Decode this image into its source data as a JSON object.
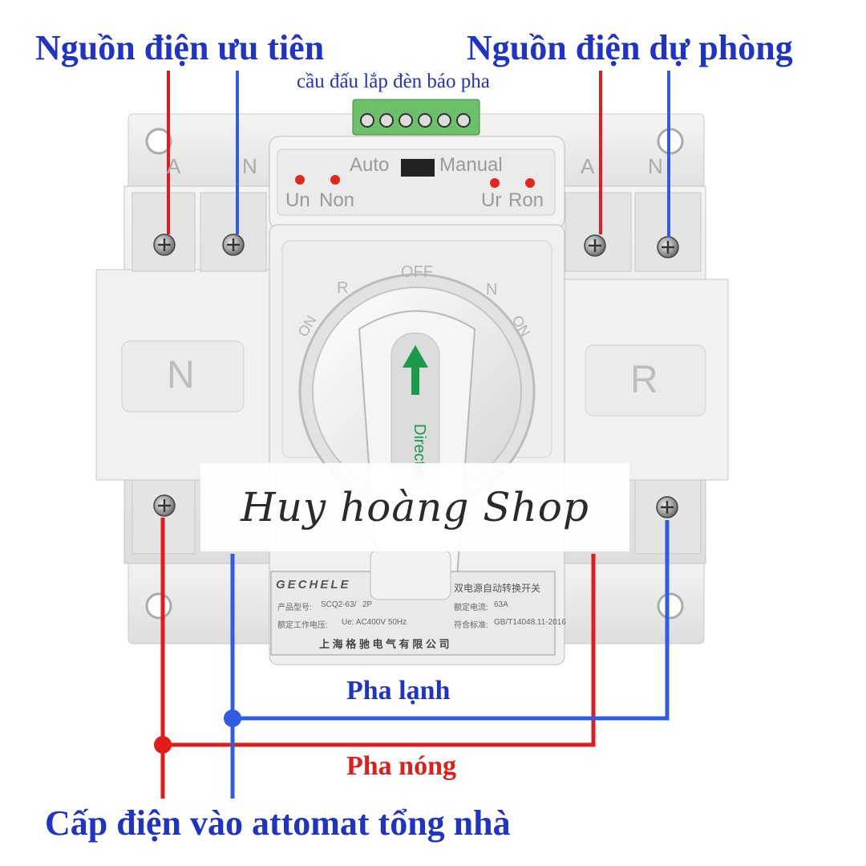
{
  "labels": {
    "priority_source": "Nguồn điện ưu tiên",
    "backup_source": "Nguồn điện dự phòng",
    "terminal_block": "cầu đấu lắp đèn báo pha",
    "neutral_line": "Pha lạnh",
    "hot_line": "Pha nóng",
    "output_note": "Cấp điện vào attomat tổng nhà"
  },
  "device": {
    "mode_auto": "Auto",
    "mode_manual": "Manual",
    "led_un": "Un",
    "led_non": "Non",
    "led_ur": "Ur",
    "led_ron": "Ron",
    "side_n": "N",
    "side_r": "R",
    "dial_off": "OFF",
    "dial_r": "R",
    "dial_n": "N",
    "dial_on_left": "ON",
    "dial_on_right": "ON",
    "knob_text": "Directio",
    "phase_a_left": "A",
    "phase_n_left": "N",
    "phase_a_right": "A",
    "phase_n_right": "N",
    "plate_brand": "GECHELE",
    "plate_title_cn": "双电源自动转换开关",
    "plate_model_label": "产品型号:",
    "plate_model": "SCQ2-63/",
    "plate_poles": "2P",
    "plate_current_label": "额定电流:",
    "plate_current": "63A",
    "plate_voltage_label": "额定工作电压:",
    "plate_voltage": "Ue: AC400V 50Hz",
    "plate_standard_label": "符合标准:",
    "plate_standard": "GB/T14048.11-2016",
    "plate_company": "上 海 格 驰 电 气 有 限 公 司"
  },
  "watermark": "Huy hoàng Shop",
  "colors": {
    "label_blue": "#1f33c4",
    "hot_red": "#e01c1c",
    "neutral_blue": "#2f5ce0",
    "device_body": "#ececec",
    "terminal_green": "#6cc06a",
    "arrow_green": "#1a9a4a"
  }
}
